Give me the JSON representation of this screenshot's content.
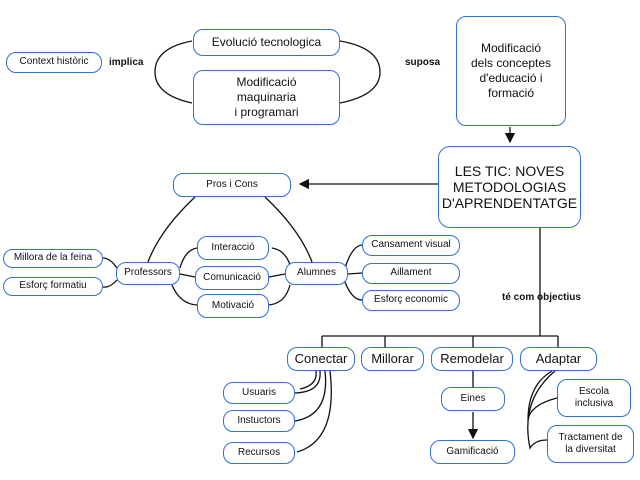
{
  "nodes": {
    "context": "Context històric",
    "evolucio": "Evolució tecnologica",
    "maquinaria": "Modificació\nmaquinaria\ni programari",
    "conceptes": "Modificació\ndels conceptes\nd'educació i\nformació",
    "tic": "LES TIC: NOVES\nMETODOLOGIAS\nD'APRENDENTATGE",
    "pros_cons": "Pros i Cons",
    "professors": "Professors",
    "alumnes": "Alumnes",
    "interaccio": "Interacció",
    "comunicacio": "Comunicació",
    "motivacio": "Motivació",
    "millora_feina": "Millora de la feina",
    "esforc_formatiu": "Esforç formatiu",
    "cansament": "Cansament visual",
    "aillament": "Aillament",
    "esforc_economic": "Esforç economic",
    "conectar": "Conectar",
    "millorar": "Millorar",
    "remodelar": "Remodelar",
    "adaptar": "Adaptar",
    "usuaris": "Usuaris",
    "instuctors": "Instuctors",
    "recursos": "Recursos",
    "eines": "Eines",
    "gamificacio": "Gamificació",
    "escola_inclusiva": "Escola\ninclusiva",
    "diversitat": "Tractament de\nla diversitat"
  },
  "labels": {
    "implica": "implica",
    "suposa": "suposa",
    "te_com_objectius": "té com objectius"
  },
  "colors": {
    "border": "#2f6fd6",
    "line": "#111111"
  }
}
